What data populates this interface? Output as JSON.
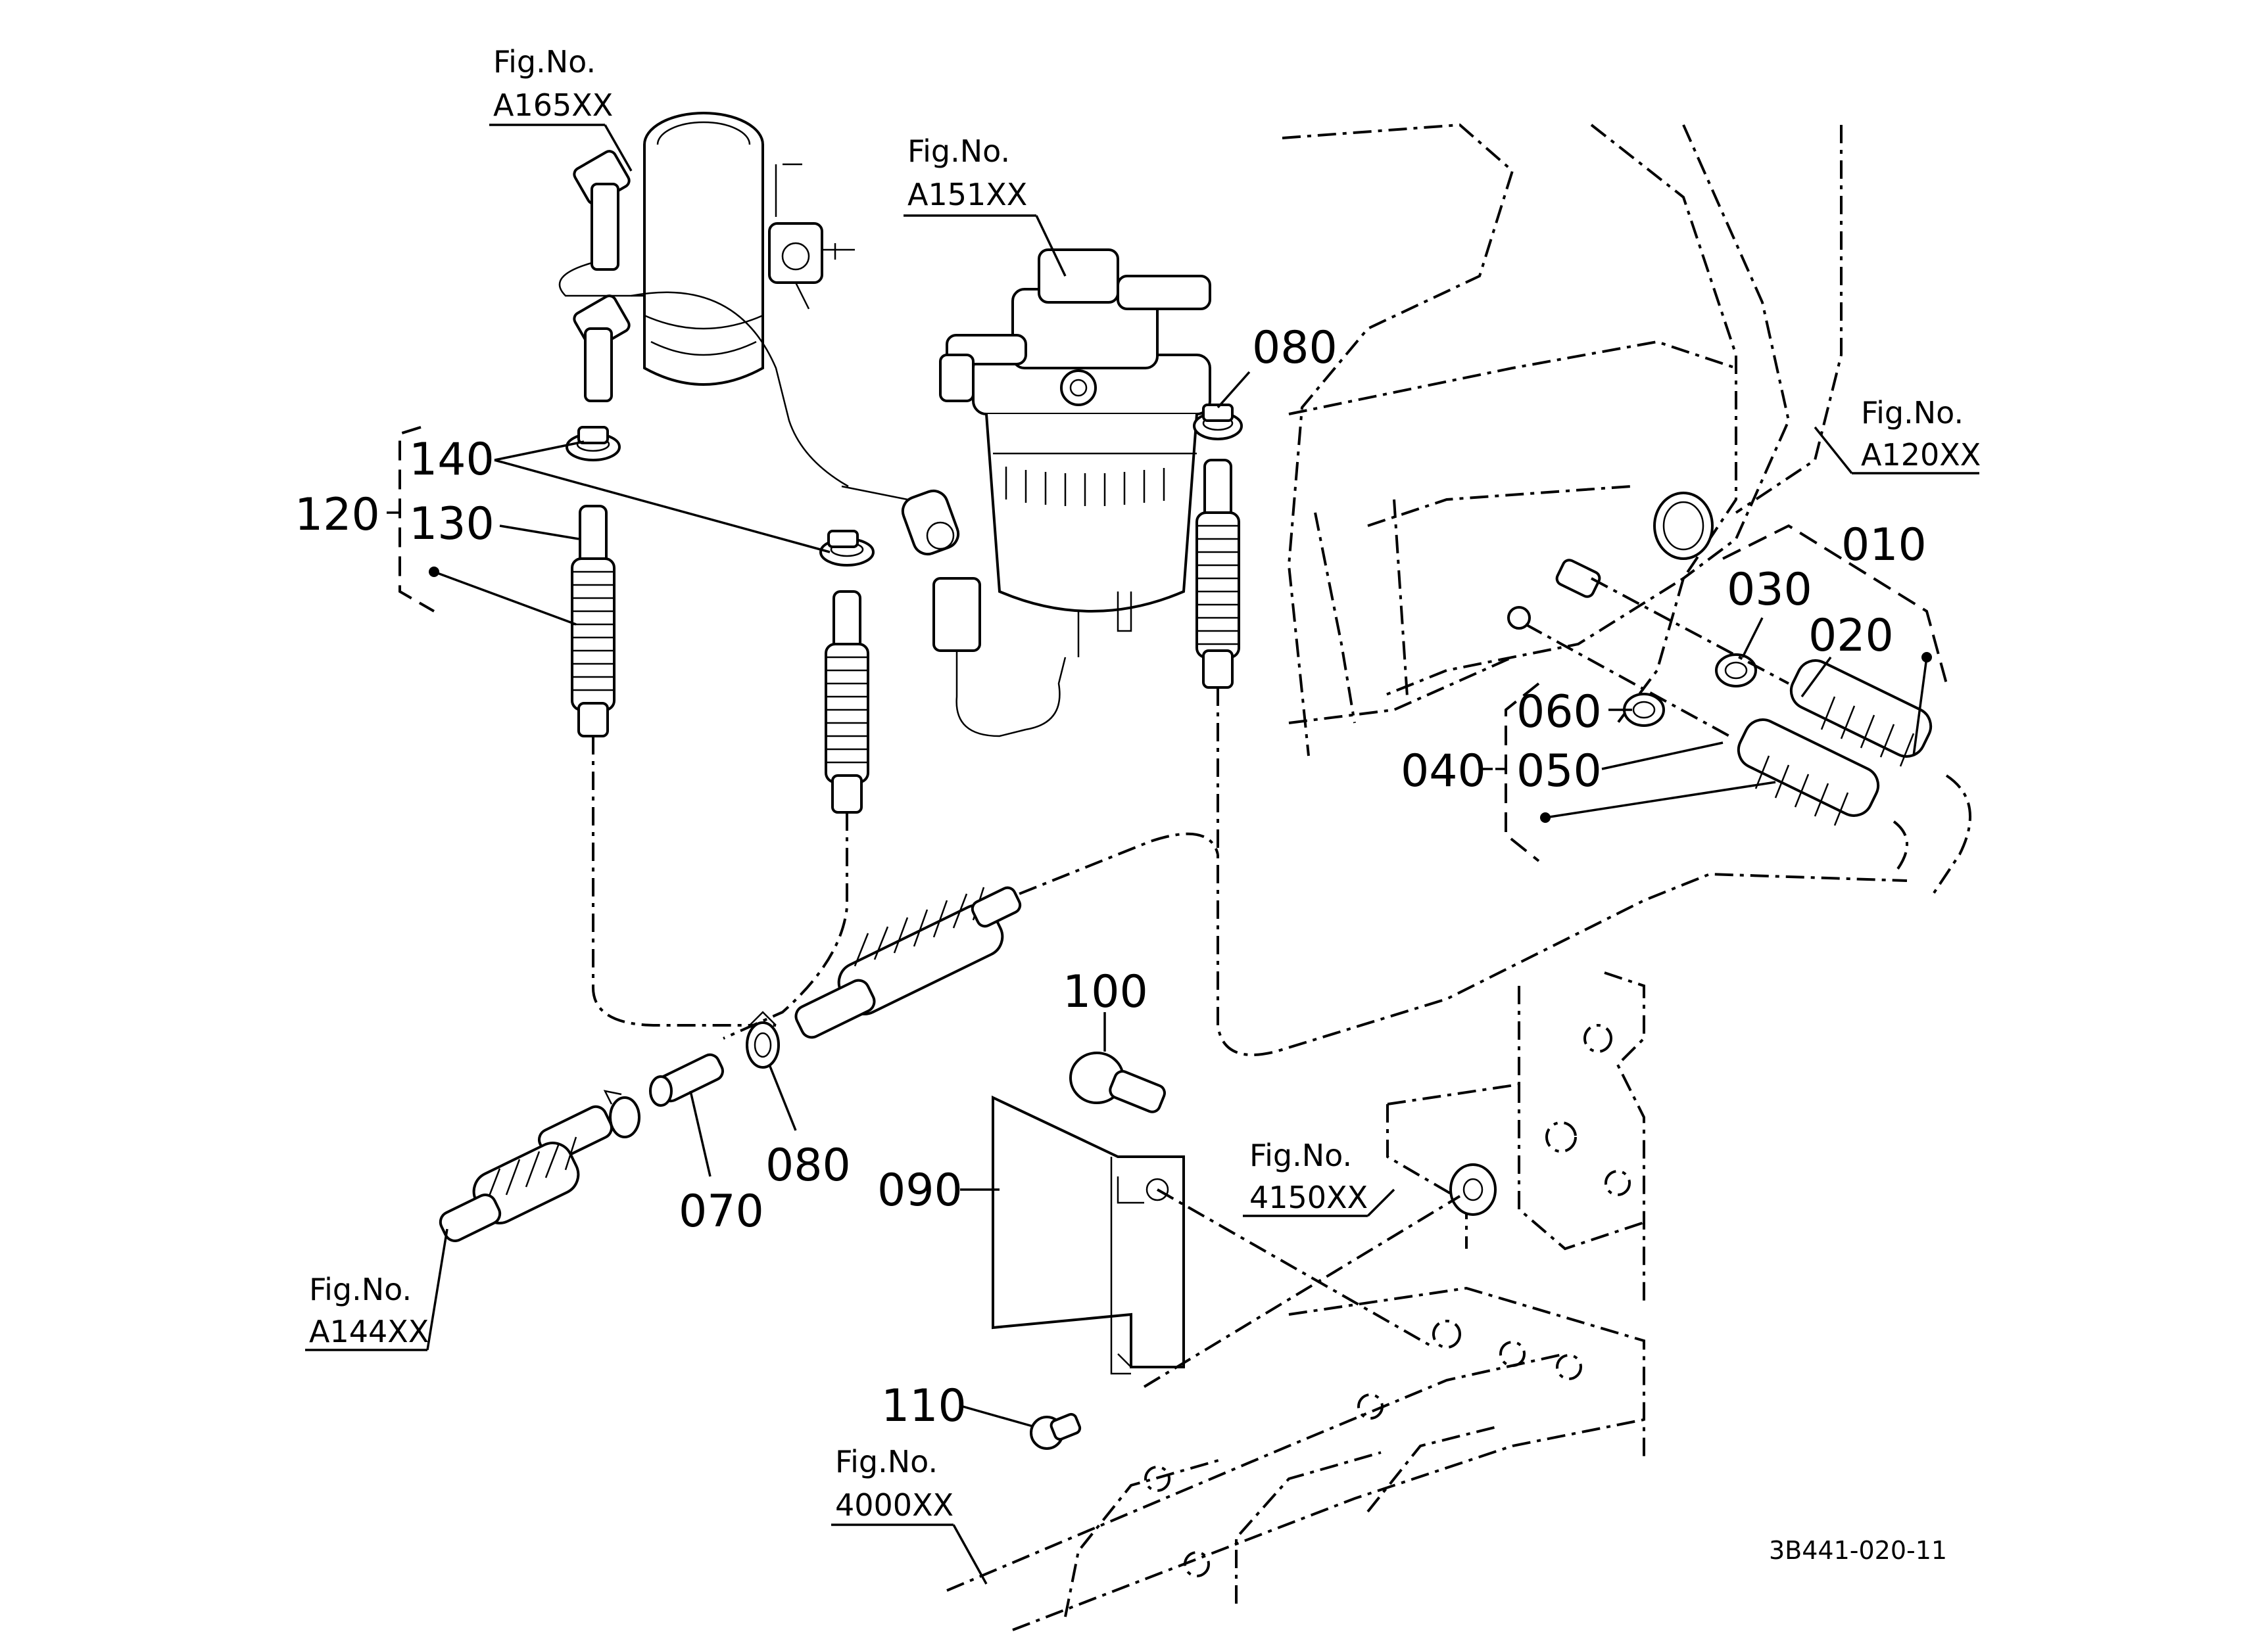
{
  "diagram": {
    "part_labels": {
      "p010": "010",
      "p020": "020",
      "p030": "030",
      "p040": "040",
      "p050": "050",
      "p060": "060",
      "p070": "070",
      "p080_top": "080",
      "p080_bottom": "080",
      "p090": "090",
      "p100": "100",
      "p110": "110",
      "p120": "120",
      "p130": "130",
      "p140": "140"
    },
    "figure_refs": {
      "a165": {
        "prefix": "Fig.No.",
        "number": "A165XX"
      },
      "a151": {
        "prefix": "Fig.No.",
        "number": "A151XX"
      },
      "a120": {
        "prefix": "Fig.No.",
        "number": "A120XX"
      },
      "a144": {
        "prefix": "Fig.No.",
        "number": "A144XX"
      },
      "f4150": {
        "prefix": "Fig.No.",
        "number": "4150XX"
      },
      "f4000": {
        "prefix": "Fig.No.",
        "number": "4000XX"
      }
    },
    "drawing_code": "3B441-020-11"
  }
}
